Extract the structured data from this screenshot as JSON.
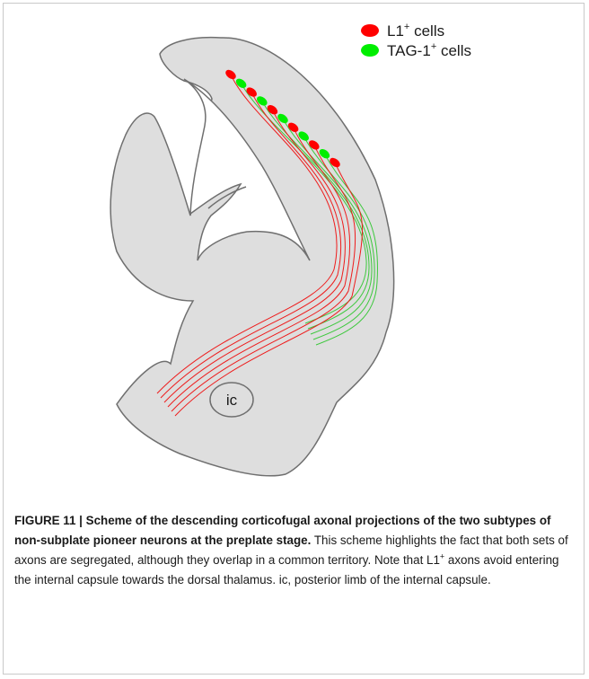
{
  "legend": {
    "items": [
      {
        "label_main": "L1",
        "label_sup": "+",
        "label_rest": " cells",
        "color": "#ff0000"
      },
      {
        "label_main": "TAG-1",
        "label_sup": "+",
        "label_rest": " cells",
        "color": "#00ee00"
      }
    ]
  },
  "diagram": {
    "ic_label": "ic",
    "tissue_fill": "#dedede",
    "tissue_stroke": "#6f6f6f",
    "l1_axon_color": "#ee1c1c",
    "tag1_axon_color": "#3cc83c"
  },
  "caption": {
    "title": "FIGURE 11 | Scheme of the descending corticofugal axonal projections of the two subtypes of non-subplate pioneer neurons at the preplate stage.",
    "body_part1": "This scheme highlights the fact that both sets of axons are segregated, although they overlap in a common territory. Note that L1",
    "body_sup": "+",
    "body_part2": " axons avoid entering the internal capsule towards the dorsal thalamus. ic, posterior limb of the internal capsule."
  }
}
